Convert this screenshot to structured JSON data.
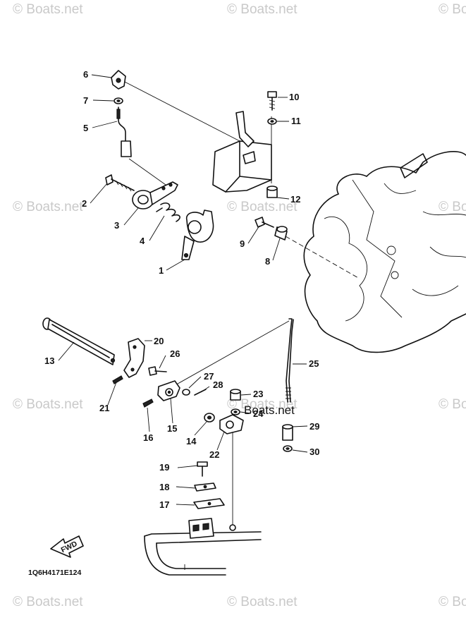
{
  "watermarks": [
    "© Boats.net",
    "© Boats.net",
    "© Boats",
    "© Boats.net",
    "© Boats.net",
    "© Boats",
    "© Boats.net",
    "© Boats.net",
    "© Boats",
    "© Boats.net",
    "© Boats.net",
    "© Boats"
  ],
  "inline_watermark": "Boats.net",
  "diagram_code": "1Q6H4171E124",
  "fwd_label": "FWD",
  "callouts": {
    "p1": "1",
    "p2": "2",
    "p3": "3",
    "p4": "4",
    "p5": "5",
    "p6": "6",
    "p7": "7",
    "p8": "8",
    "p9": "9",
    "p10": "10",
    "p11": "11",
    "p12": "12",
    "p13": "13",
    "p14": "14",
    "p15": "15",
    "p16": "16",
    "p17": "17",
    "p18": "18",
    "p19": "19",
    "p20": "20",
    "p21": "21",
    "p22": "22",
    "p23": "23",
    "p24": "24",
    "p25": "25",
    "p26": "26",
    "p27": "27",
    "p28": "28",
    "p29": "29",
    "p30": "30"
  }
}
